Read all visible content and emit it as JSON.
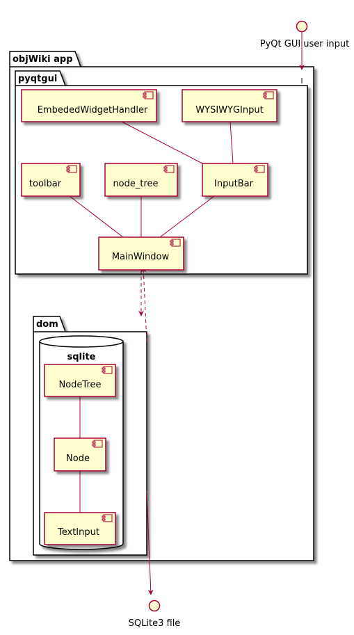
{
  "packages": {
    "app": "objWiki app",
    "gui": "pyqtgui",
    "dom": "dom",
    "db": "sqlite"
  },
  "components": {
    "embeded_widget_handler": "EmbededWidgetHandler",
    "wysiwyg_input": "WYSIWYGInput",
    "toolbar": "toolbar",
    "node_tree_gui": "node_tree",
    "input_bar": "InputBar",
    "main_window": "MainWindow",
    "node_tree_db": "NodeTree",
    "node": "Node",
    "text_input": "TextInput"
  },
  "interfaces": {
    "gui_input": "PyQt GUI user input",
    "sqlite_file": "SQLite3 file"
  },
  "colors": {
    "component_fill": "#fefece",
    "component_border": "#a80036",
    "edge": "#a80036",
    "package_border": "#000000"
  }
}
